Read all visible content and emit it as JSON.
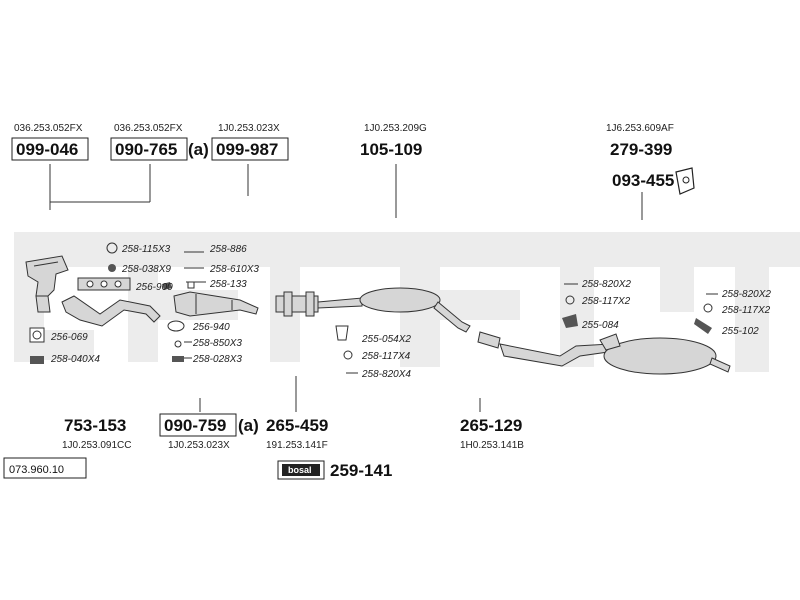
{
  "labels": {
    "l1": {
      "oem": "036.253.052FX",
      "num": "099-046"
    },
    "l2": {
      "oem": "036.253.052FX",
      "num": "090-765",
      "suffix": "(a)"
    },
    "l3": {
      "oem": "1J0.253.023X",
      "num": "099-987"
    },
    "l4": {
      "oem": "1J0.253.209G",
      "num": "105-109"
    },
    "l5": {
      "oem": "1J6.253.609AF",
      "num": "279-399"
    },
    "l5b": {
      "num": "093-455"
    },
    "b1": {
      "num": "753-153",
      "oem": "1J0.253.091CC"
    },
    "b2": {
      "num": "090-759",
      "suffix": "(a)",
      "oem": "1J0.253.023X"
    },
    "b3": {
      "num": "265-459",
      "oem": "191.253.141F"
    },
    "b4": {
      "num": "265-129",
      "oem": "1H0.253.141B"
    },
    "kit": {
      "logo": "bosal",
      "num": "259-141"
    },
    "ref": "073.960.10"
  },
  "small_parts": {
    "p1": "258-115X3",
    "p2": "258-886",
    "p3": "258-038X9",
    "p4": "258-610X3",
    "p5": "256-900",
    "p6": "258-133",
    "p7": "256-940",
    "p8": "258-850X3",
    "p9": "258-028X3",
    "p10": "256-069",
    "p11": "258-040X4",
    "p12": "255-054X2",
    "p13": "258-117X4",
    "p14": "258-820X4",
    "p15": "258-820X2",
    "p16": "258-117X2",
    "p17": "255-084",
    "p18": "258-820X2",
    "p19": "258-117X2",
    "p20": "255-102"
  }
}
